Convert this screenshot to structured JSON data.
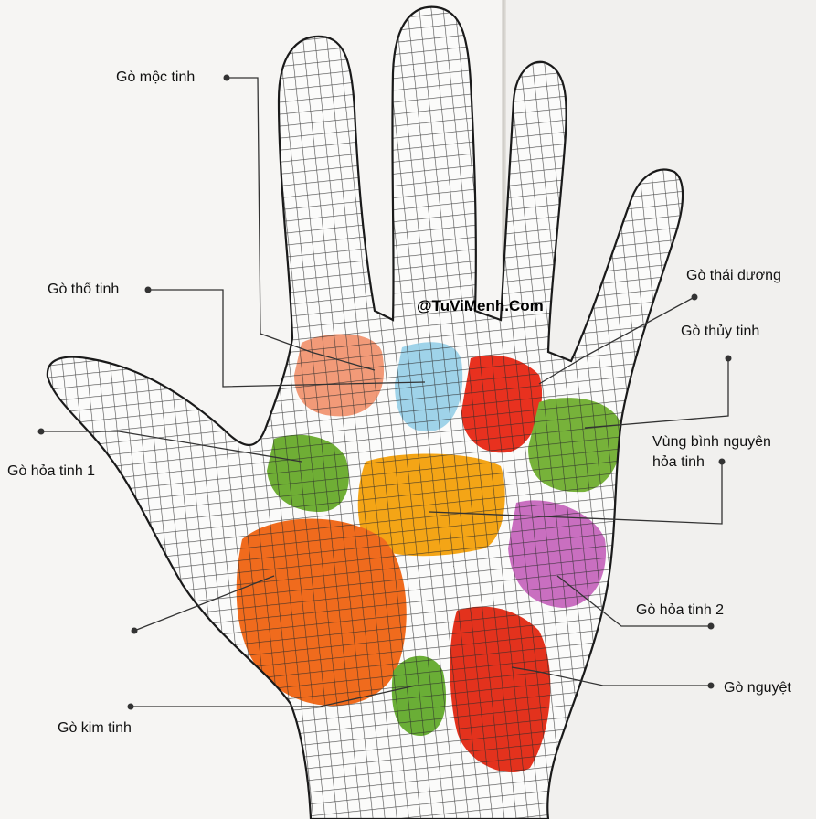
{
  "figure": {
    "watermark": "@TuViMenh.Com",
    "labels": {
      "moc_tinh": "Gò mộc tinh",
      "tho_tinh": "Gò thổ tinh",
      "hoa_tinh_1": "Gò hỏa tinh 1",
      "kim_tinh": "Gò kim tinh",
      "thai_duong": "Gò thái dương",
      "thuy_tinh": "Gò thủy tinh",
      "binh_nguyen_line1": "Vùng bình nguyên",
      "binh_nguyen_line2": "hỏa tinh",
      "hoa_tinh_2": "Gò hỏa tinh 2",
      "nguyet": "Gò nguyệt"
    },
    "region_colors": {
      "moc_tinh": "#f29a78",
      "tho_tinh": "#9fd3e9",
      "thai_duong": "#e8311f",
      "thuy_tinh": "#77b23a",
      "hoa_tinh_1": "#6fae35",
      "binh_nguyen": "#f4a516",
      "hoa_tinh_2": "#c96fc0",
      "kim_tinh": "#f06b1d",
      "kim_tinh_lower": "#6aae36",
      "nguyet": "#e3321d"
    }
  }
}
